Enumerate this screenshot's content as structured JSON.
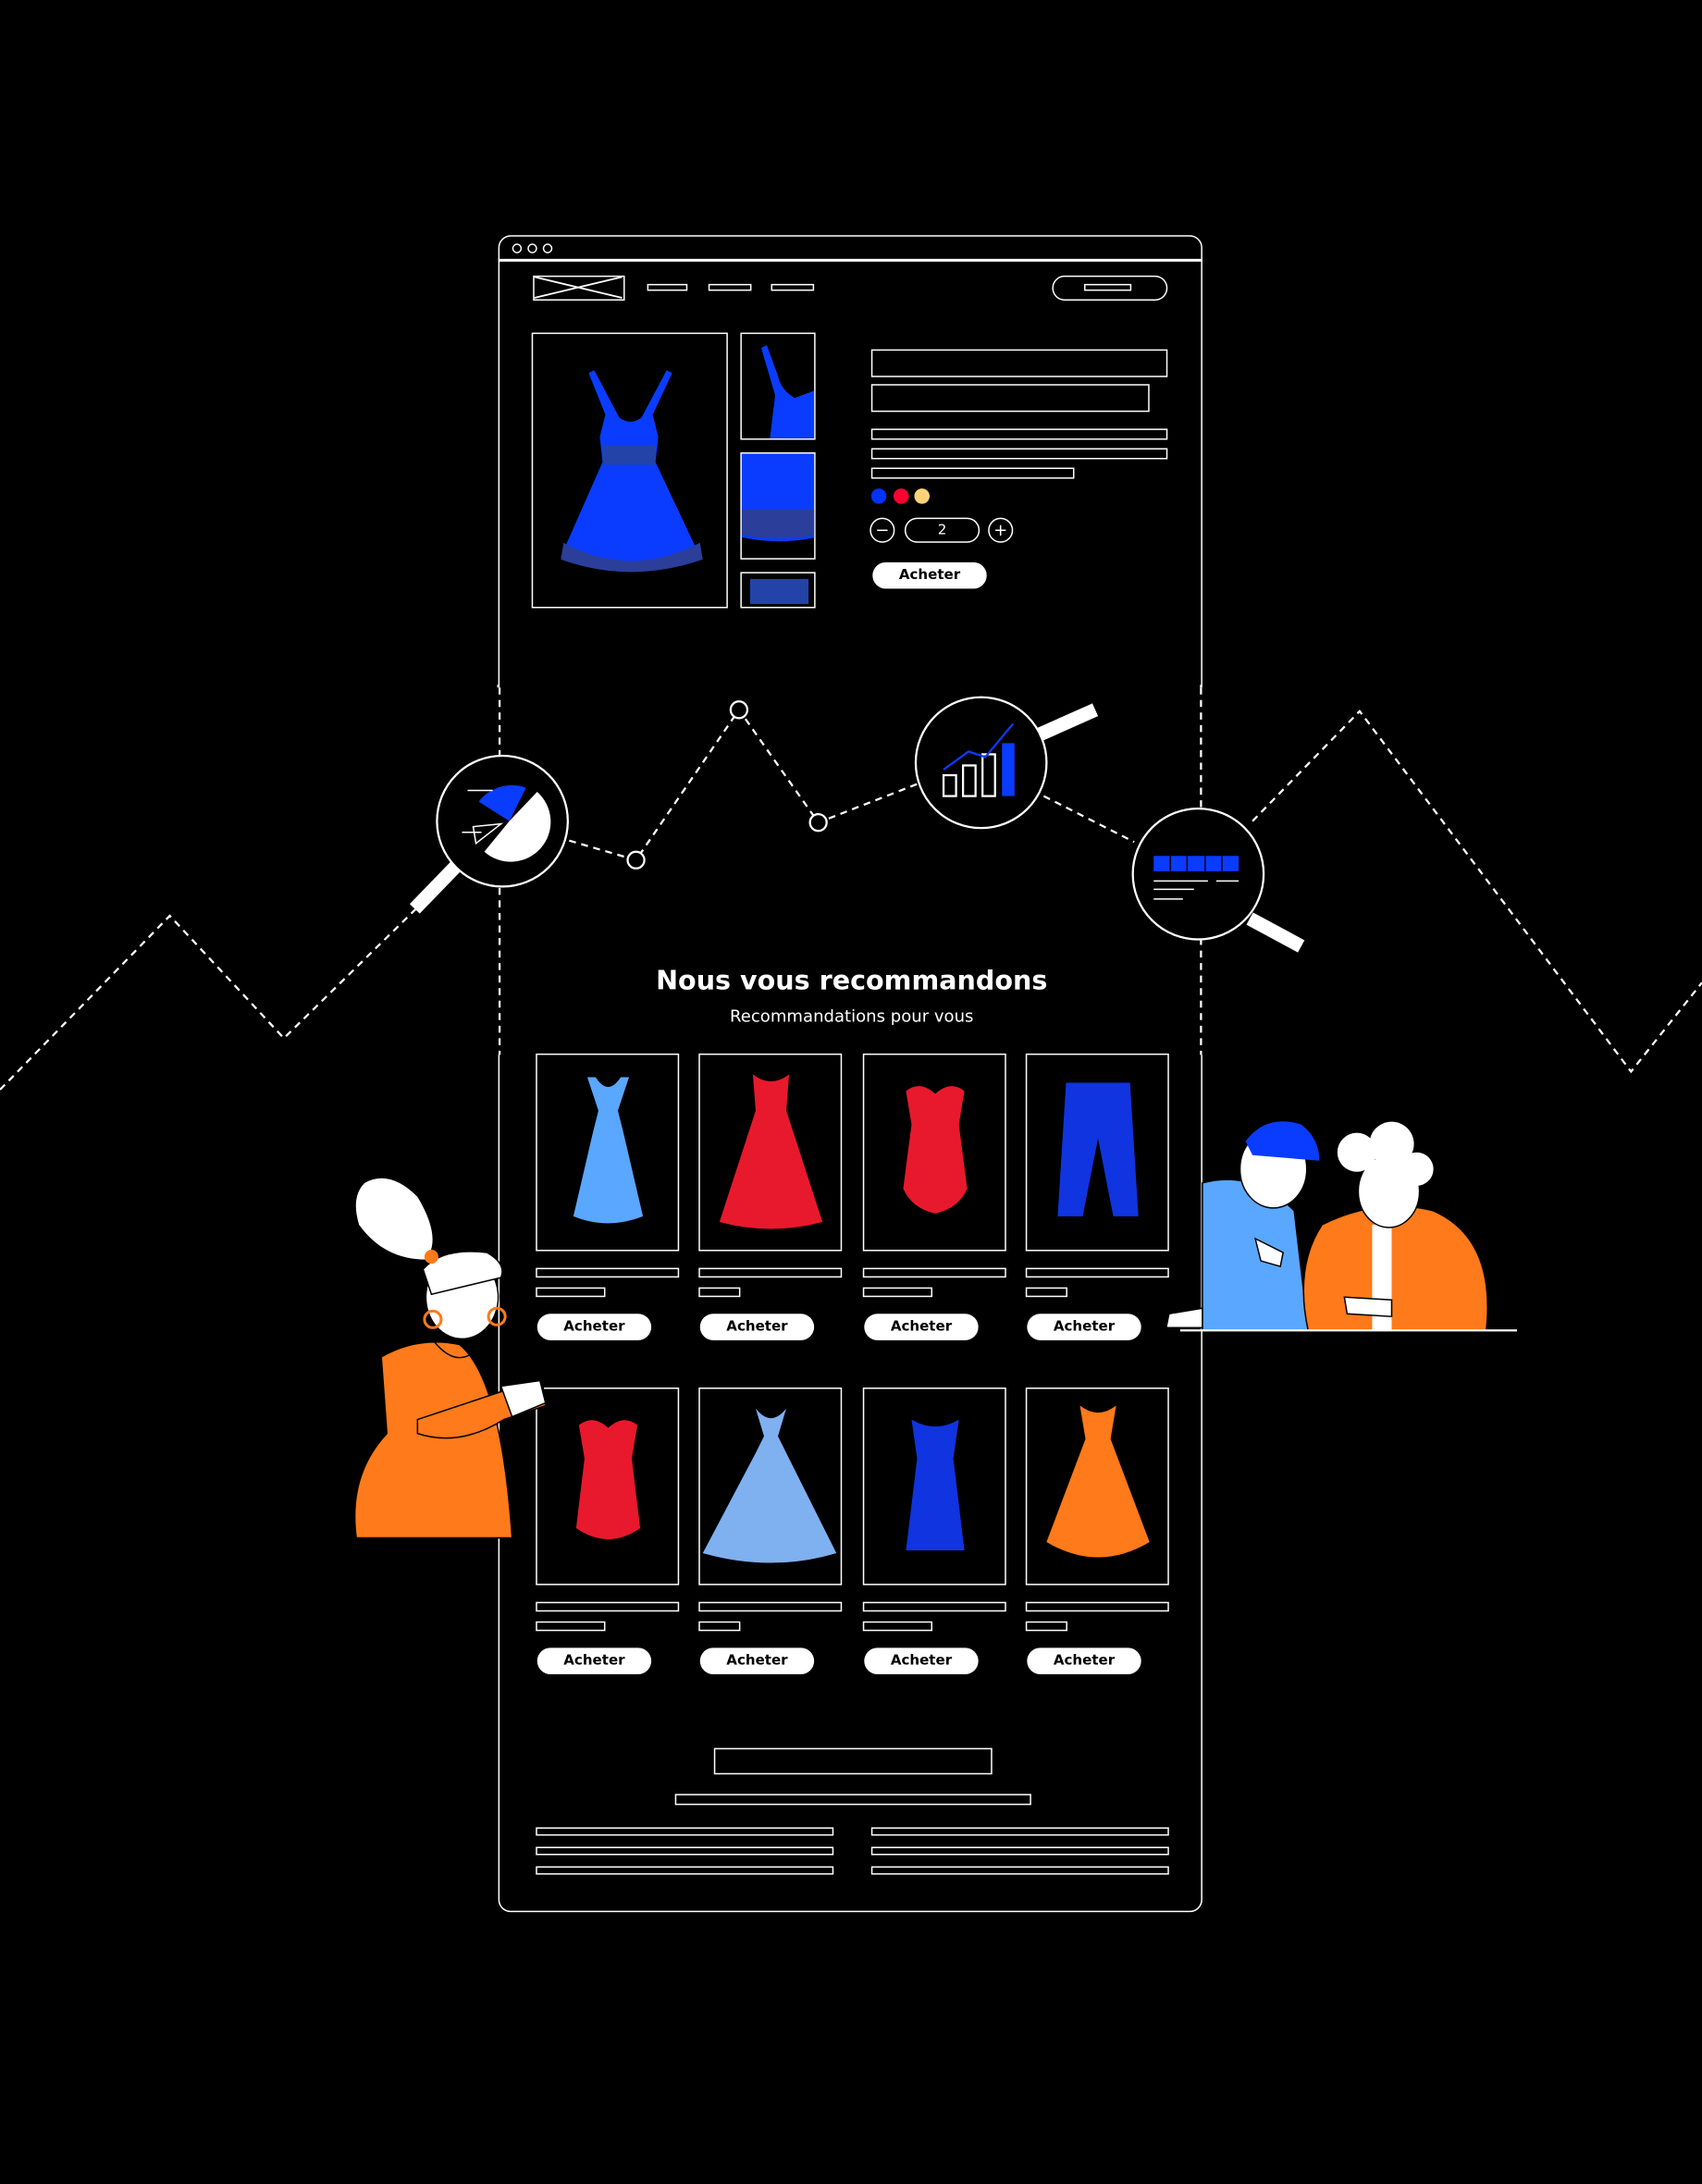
{
  "product": {
    "swatches": [
      "#0033ff",
      "#ff0033",
      "#ffd27a"
    ],
    "quantity": "2",
    "minus_label": "−",
    "plus_label": "+",
    "buy_label": "Acheter"
  },
  "recommendations": {
    "title": "Nous vous recommandons",
    "subtitle": "Recommandations pour vous",
    "products": [
      {
        "color": "#5aa7ff",
        "buy_label": "Acheter"
      },
      {
        "color": "#e8192c",
        "buy_label": "Acheter"
      },
      {
        "color": "#e8192c",
        "buy_label": "Acheter"
      },
      {
        "color": "#1034e0",
        "buy_label": "Acheter"
      },
      {
        "color": "#e8192c",
        "buy_label": "Acheter"
      },
      {
        "color": "#7fb0f0",
        "buy_label": "Acheter"
      },
      {
        "color": "#1034e0",
        "buy_label": "Acheter"
      },
      {
        "color": "#ff7a1a",
        "buy_label": "Acheter"
      }
    ]
  },
  "colors": {
    "accent": "#0033ff",
    "orange": "#ff7a1a",
    "light_blue": "#5aa7ff"
  }
}
